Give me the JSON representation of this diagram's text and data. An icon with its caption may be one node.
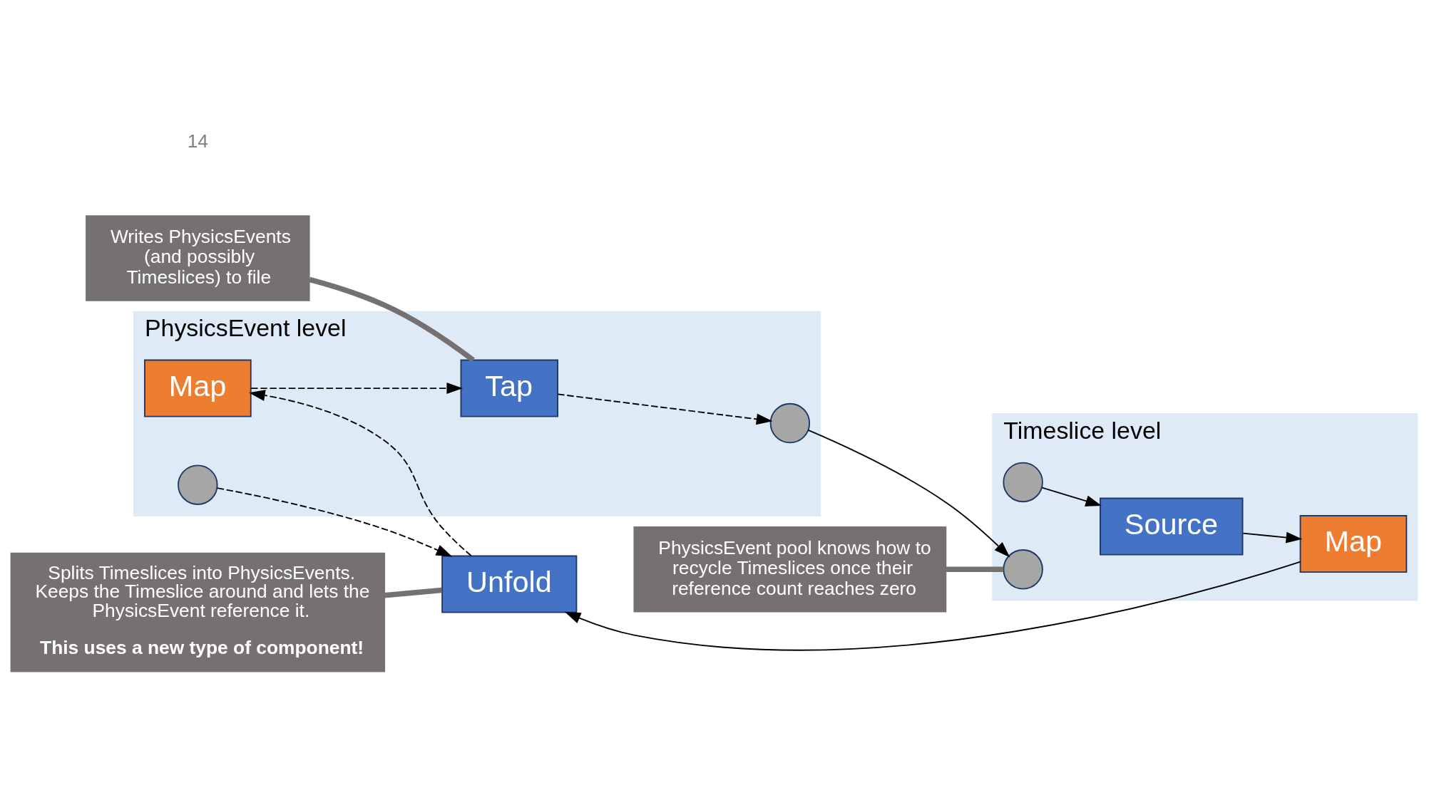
{
  "diagram": {
    "nodes": [
      {
        "text": [
          "Timeslice level"
        ]
      },
      {
        "text": [],
        "shape": "circle",
        "in": 0
      },
      {
        "text": [
          "Source"
        ],
        "in": 0
      },
      {
        "text": [
          "Map"
        ],
        "in": 0
      },
      {
        "text": [
          "PhysicsEvent level"
        ]
      },
      {
        "text": [],
        "shape": "circle",
        "in": 4
      },
      {
        "text": [
          "Unfold"
        ]
      },
      {
        "text": [
          "Map"
        ],
        "in": 4
      },
      {
        "text": [
          "Tap"
        ],
        "in": 4
      },
      {
        "text": [],
        "shape": "circle",
        "in": 4
      },
      {
        "text": [],
        "shape": "circle",
        "in": 0
      },
      {
        "text": [
          "PhysicsEvent pool knows how to recycle Timeslices once their reference count reaches zero"
        ]
      },
      {
        "text": [
          "Splits Timeslices into PhysicsEvents. Keeps the Timeslice around and lets the PhysicsEvent reference it.",
          "This uses a new type of component!"
        ]
      },
      {
        "text": [
          "Writes PhysicsEvents (and possibly Timeslices) to file"
        ]
      }
    ],
    "edges": [
      {
        "from": 1,
        "to": 2,
        "arrow": "to"
      },
      {
        "from": 2,
        "to": 3,
        "arrow": "to"
      },
      {
        "from": 3,
        "to": 6,
        "arrow": "to"
      },
      {
        "from": 5,
        "to": 6,
        "arrow": "to",
        "style": "dashed"
      },
      {
        "from": 6,
        "to": 7,
        "arrow": "to",
        "style": "dashed"
      },
      {
        "from": 7,
        "to": 8,
        "arrow": "to",
        "style": "dashed"
      },
      {
        "from": 8,
        "to": 9,
        "arrow": "to",
        "style": "dashed"
      },
      {
        "from": 9,
        "to": 10,
        "arrow": "to"
      },
      {
        "from": 11,
        "to": 10,
        "arrow": "none",
        "style": "thick",
        "color": "#767171"
      },
      {
        "from": 12,
        "to": 6,
        "arrow": "none",
        "style": "thick",
        "color": "#767171"
      },
      {
        "from": 13,
        "to": 8,
        "arrow": "none",
        "style": "thick",
        "color": "#767171"
      }
    ],
    "labels": [
      "14"
    ]
  }
}
